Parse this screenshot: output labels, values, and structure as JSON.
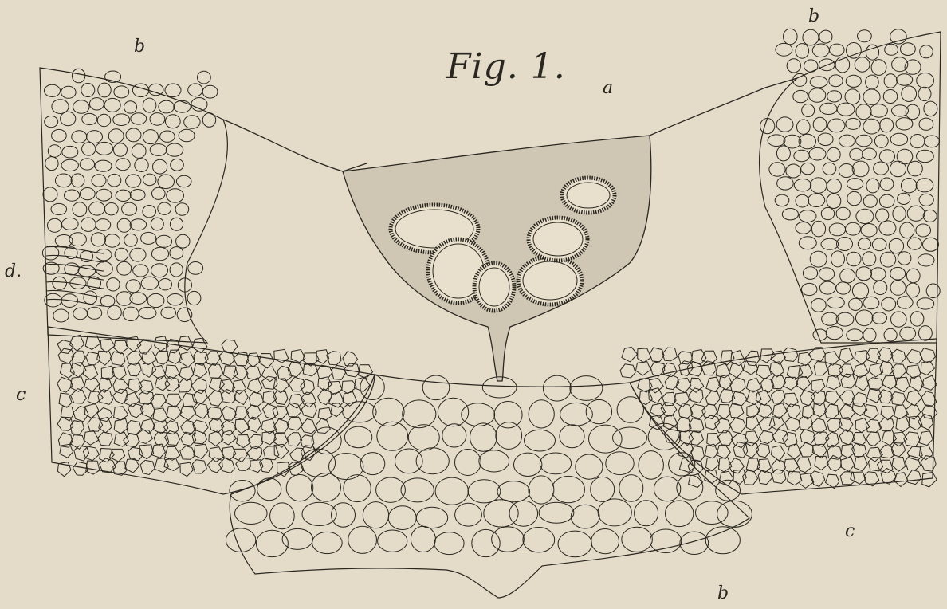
{
  "figure": {
    "title": "Fig. 1.",
    "labels": {
      "a": "a",
      "b_top_left": "b",
      "b_top_right": "b",
      "b_bottom": "b",
      "c_left": "c",
      "c_right": "c",
      "d": "d."
    }
  },
  "colors": {
    "background": "#e4dcc8",
    "ink": "#2a2620",
    "central_body_fill": "#cfc7b3",
    "duct_fill": "#e8e0cc"
  }
}
